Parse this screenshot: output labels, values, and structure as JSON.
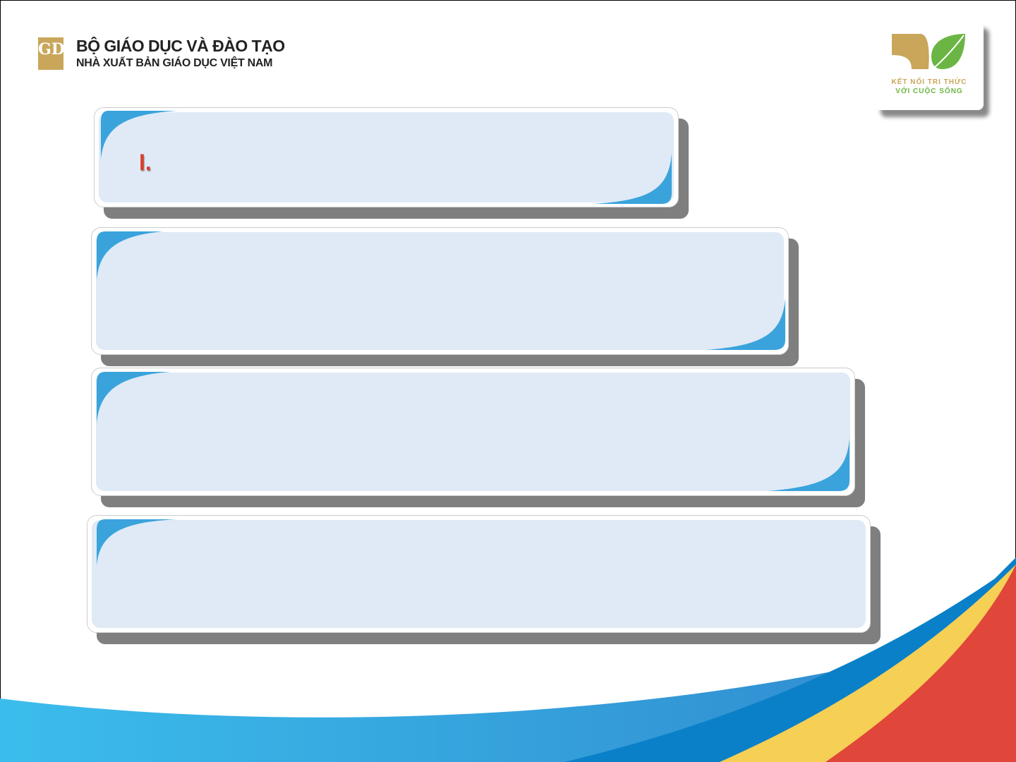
{
  "header": {
    "ministry": "BỘ GIÁO DỤC VÀ ĐÀO TẠO",
    "publisher": "NHÀ XUẤT BẢN GIÁO DỤC VIỆT NAM",
    "logo_mark": "GD",
    "series_line1": "KẾT NỐI TRI THỨC",
    "series_line2": "VỚI CUỘC SỐNG"
  },
  "sections": [
    {
      "number": "I.",
      "text": ""
    },
    {
      "text": ""
    },
    {
      "text": ""
    },
    {
      "text": ""
    }
  ],
  "colors": {
    "accent_blue": "#3aa3dc",
    "card_fill": "#dfeaf6",
    "heading_red": "#d7402f",
    "gold": "#c9a65a",
    "green": "#6bb544"
  }
}
